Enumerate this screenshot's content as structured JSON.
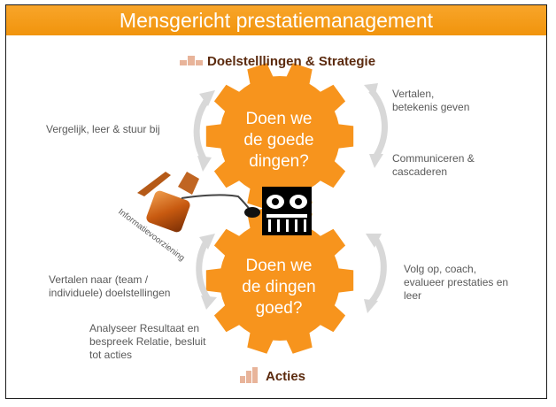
{
  "title": "Mensgericht prestatiemanagement",
  "top_heading": "Doelstelllingen & Strategie",
  "bottom_heading": "Acties",
  "top_gear_text": [
    "Doen we",
    "de goede",
    "dingen?"
  ],
  "bottom_gear_text": [
    "Doen we",
    "de dingen",
    "goed?"
  ],
  "notes": {
    "top_left": "Vergelijk, leer & stuur bij",
    "top_right_1": [
      "Vertalen,",
      "betekenis geven"
    ],
    "top_right_2": [
      "Communiceren &",
      "cascaderen"
    ],
    "bottom_left_1": [
      "Vertalen naar (team /",
      "individuele) doelstellingen"
    ],
    "bottom_left_2": [
      "Analyseer Resultaat en",
      "bespreek Relatie, besluit",
      "tot acties"
    ],
    "bottom_right": [
      "Volg op, coach,",
      "evalueer prestaties en",
      "leer"
    ]
  },
  "diagonal_label": "Informatievoorziening",
  "colors": {
    "orange": "#f7941d",
    "banner": "#f39a1a",
    "heading": "#5b2a0e",
    "text": "#5a5a5a",
    "arrow": "#d3d3d3"
  },
  "icons": [
    "bar-chart-icon",
    "oil-can-icon",
    "meeting-icon",
    "cycle-arrow-icon"
  ]
}
